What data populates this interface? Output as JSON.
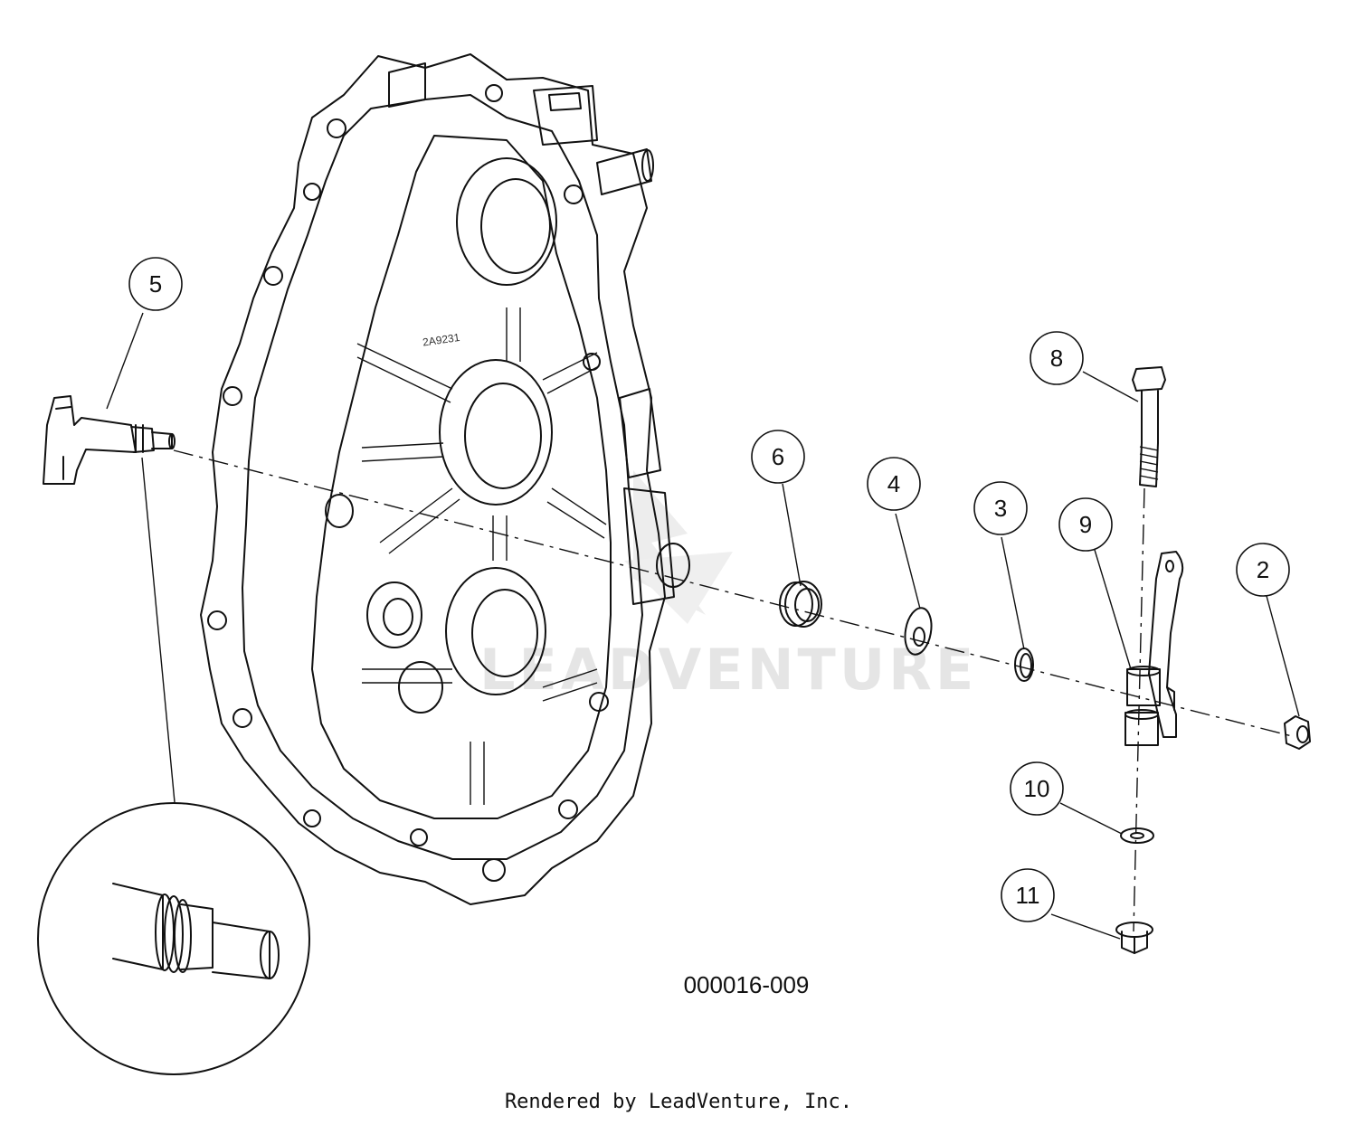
{
  "diagram": {
    "figure_number": "000016-009",
    "footer": "Rendered by LeadVenture, Inc.",
    "casting_mark": "2A9231",
    "watermark": "LEADVENTURE",
    "callouts": [
      "5",
      "6",
      "4",
      "3",
      "8",
      "9",
      "2",
      "10",
      "11"
    ],
    "parts": [
      "housing",
      "shift-shaft",
      "oil-seal",
      "washer",
      "retaining-ring",
      "bolt",
      "shift-lever",
      "nut",
      "washer-small",
      "flange-nut",
      "detail-view"
    ]
  }
}
